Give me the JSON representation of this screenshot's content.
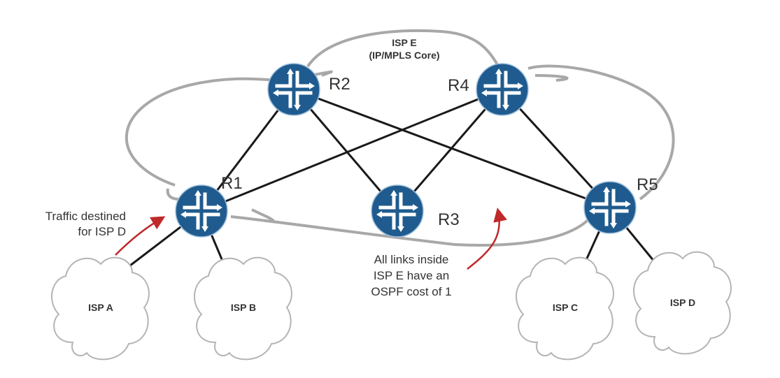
{
  "core": {
    "name": "ISP E",
    "subtitle": "(IP/MPLS Core)"
  },
  "routers": [
    {
      "id": "R1",
      "label": "R1"
    },
    {
      "id": "R2",
      "label": "R2"
    },
    {
      "id": "R3",
      "label": "R3"
    },
    {
      "id": "R4",
      "label": "R4"
    },
    {
      "id": "R5",
      "label": "R5"
    }
  ],
  "clouds": [
    {
      "id": "ispA",
      "label": "ISP A"
    },
    {
      "id": "ispB",
      "label": "ISP B"
    },
    {
      "id": "ispC",
      "label": "ISP C"
    },
    {
      "id": "ispD",
      "label": "ISP D"
    }
  ],
  "links": [
    [
      "R1",
      "R2"
    ],
    [
      "R1",
      "R4"
    ],
    [
      "R2",
      "R3"
    ],
    [
      "R2",
      "R5"
    ],
    [
      "R4",
      "R3"
    ],
    [
      "R4",
      "R5"
    ],
    [
      "R1",
      "ispA"
    ],
    [
      "R1",
      "ispB"
    ],
    [
      "R5",
      "ispC"
    ],
    [
      "R5",
      "ispD"
    ]
  ],
  "annotations": {
    "traffic_line1": "Traffic destined",
    "traffic_line2": "for ISP D",
    "cost_line1": "All links inside",
    "cost_line2": "ISP E have an",
    "cost_line3": "OSPF cost of 1"
  },
  "colors": {
    "router_fill": "#1f5b8e",
    "router_glyph": "#ffffff",
    "link": "#1a1a1a",
    "core_outline": "#a8a8a8",
    "cloud_outline": "#b4b4b4",
    "arrow": "#c0282a"
  }
}
